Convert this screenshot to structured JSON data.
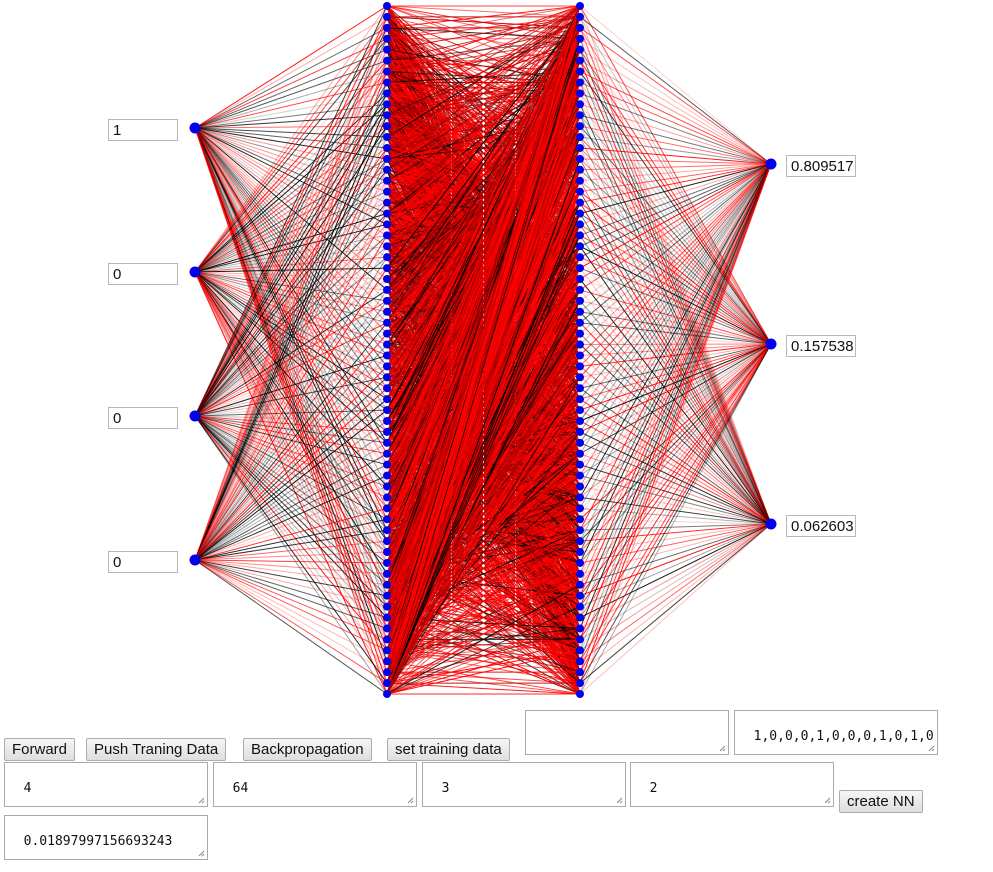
{
  "network": {
    "layers": [
      4,
      64,
      64,
      3
    ],
    "colors": {
      "node": "#0000ee",
      "positive_edge": "#ff0000",
      "negative_edge": "#000000",
      "dark_edge": "#b00000"
    }
  },
  "inputs": [
    "1",
    "0",
    "0",
    "0"
  ],
  "outputs": [
    "0.809517",
    "0.157538",
    "0.062603"
  ],
  "controls": {
    "forward_label": "Forward",
    "push_label": "Push Traning Data",
    "backprop_label": "Backpropagation",
    "set_training_label": "set training data",
    "create_label": "create NN"
  },
  "fields": {
    "training_input": "",
    "training_target": "1,0,0,0,1,0,0,0,1,0,1,0",
    "layer_input": "4",
    "layer_hidden": "64",
    "layer_output": "3",
    "hidden_count": "2",
    "error_value": "0.01897997156693243"
  }
}
